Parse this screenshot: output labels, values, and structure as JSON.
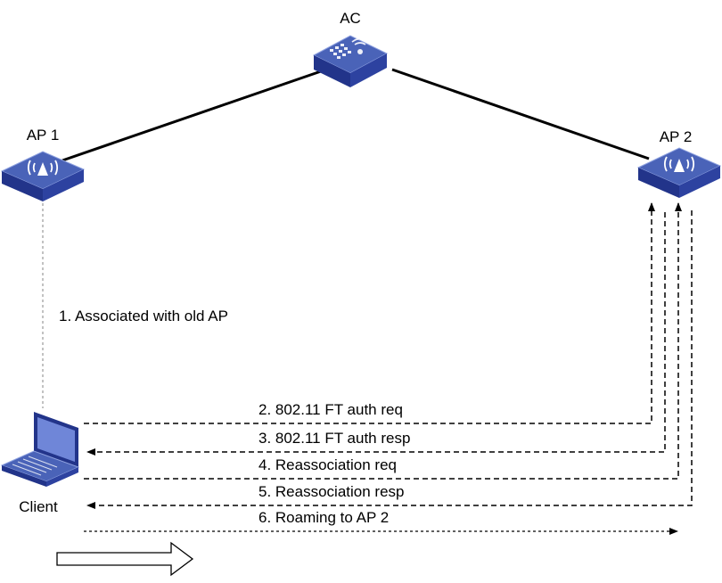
{
  "nodes": {
    "ac": {
      "label": "AC"
    },
    "ap1": {
      "label": "AP 1"
    },
    "ap2": {
      "label": "AP 2"
    },
    "client": {
      "label": "Client"
    }
  },
  "steps": [
    {
      "label": "1. Associated with old AP"
    },
    {
      "label": "2. 802.11 FT auth req"
    },
    {
      "label": "3. 802.11 FT auth resp"
    },
    {
      "label": "4. Reassociation req"
    },
    {
      "label": "5. Reassociation resp"
    },
    {
      "label": "6. Roaming to AP 2"
    }
  ],
  "colors": {
    "device_top": "#4a63b8",
    "device_side": "#22348a",
    "device_front": "#2d42a0",
    "link": "#000000"
  }
}
